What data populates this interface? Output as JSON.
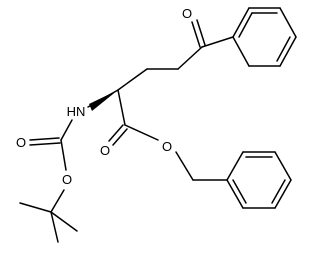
{
  "molecule": {
    "atom_labels": {
      "ketone_o": "O",
      "amine_nh": "HN",
      "carbamate_o_carbonyl": "O",
      "carbamate_o_ether": "O",
      "ester_o_carbonyl": "O",
      "ester_o_ether": "O"
    },
    "colors": {
      "bond": "#000000",
      "label": "#000000",
      "background": "#ffffff"
    }
  }
}
